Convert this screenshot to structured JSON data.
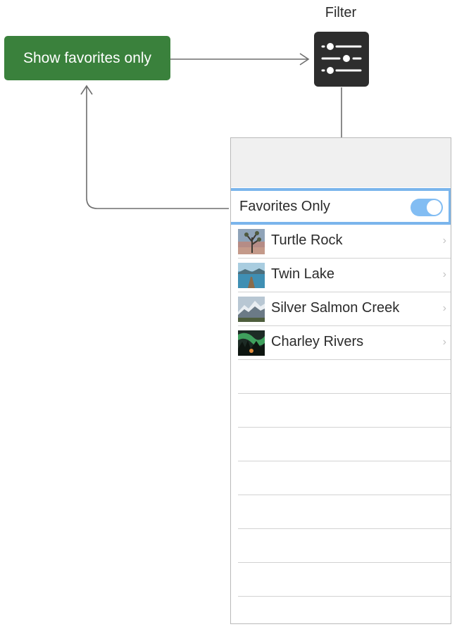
{
  "action_button": {
    "label": "Show favorites only"
  },
  "filter": {
    "label": "Filter",
    "icon": "sliders-icon"
  },
  "toggle": {
    "label": "Favorites Only",
    "on": true
  },
  "landmarks": [
    {
      "name": "Turtle Rock"
    },
    {
      "name": "Twin Lake"
    },
    {
      "name": "Silver Salmon Creek"
    },
    {
      "name": "Charley Rivers"
    }
  ],
  "colors": {
    "button": "#3a813c",
    "icon_bg": "#2d2d2d",
    "highlight": "#7ab5ec",
    "switch_on": "#82bdf3",
    "connector": "#6e6e6e"
  }
}
